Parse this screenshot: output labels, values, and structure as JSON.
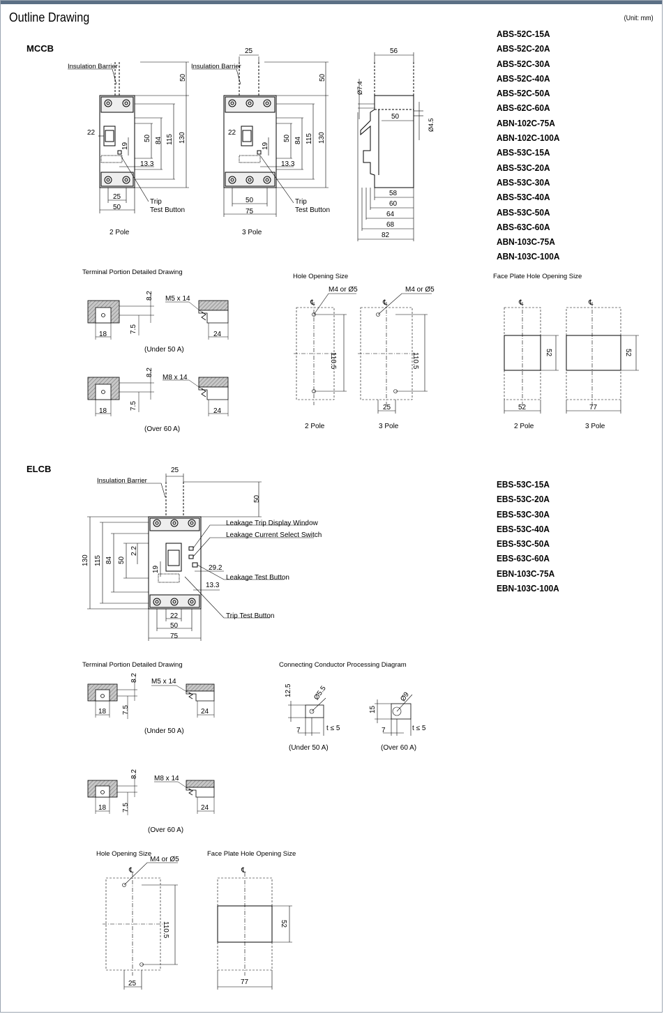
{
  "title": "Outline Drawing",
  "unit": "(Unit: mm)",
  "mccb": {
    "heading": "MCCB",
    "models": [
      "ABS-52C-15A",
      "ABS-52C-20A",
      "ABS-52C-30A",
      "ABS-52C-40A",
      "ABS-52C-50A",
      "ABS-62C-60A",
      "ABN-102C-75A",
      "ABN-102C-100A",
      "ABS-53C-15A",
      "ABS-53C-20A",
      "ABS-53C-30A",
      "ABS-53C-40A",
      "ABS-53C-50A",
      "ABS-63C-60A",
      "ABN-103C-75A",
      "ABN-103C-100A"
    ],
    "insulation_barrier": "Insulation Barrier",
    "trip": "Trip",
    "test_button": "Test Button",
    "two_pole": "2 Pole",
    "three_pole": "3 Pole",
    "terminal_title": "Terminal Portion Detailed Drawing",
    "hole_title": "Hole Opening Size",
    "face_title": "Face Plate Hole Opening Size",
    "under50": "(Under 50 A)",
    "over60": "(Over 60 A)",
    "m5": "M5 x 14",
    "m8": "M8 x 14",
    "m4": "M4 or Ø5",
    "cl": "℄"
  },
  "elcb": {
    "heading": "ELCB",
    "models": [
      "EBS-53C-15A",
      "EBS-53C-20A",
      "EBS-53C-30A",
      "EBS-53C-40A",
      "EBS-53C-50A",
      "EBS-63C-60A",
      "EBN-103C-75A",
      "EBN-103C-100A"
    ],
    "insulation_barrier": "Insulation Barrier",
    "leak_window": "Leakage Trip Display Window",
    "leak_select": "Leakage Current Select Switch",
    "leak_test": "Leakage Test Button",
    "trip_test": "Trip Test Button",
    "terminal_title": "Terminal Portion Detailed Drawing",
    "conductor_title": "Connecting Conductor Processing Diagram",
    "hole_title": "Hole Opening Size",
    "face_title": "Face Plate Hole Opening Size",
    "under50": "(Under 50 A)",
    "over60": "(Over 60 A)",
    "m5": "M5 x 14",
    "m8": "M8 x 14",
    "m4": "M4 or Ø5",
    "d55": "Ø5.5",
    "d9": "Ø9",
    "t5": "t ≤ 5"
  },
  "dims": {
    "d25": "25",
    "d50": "50",
    "d56": "56",
    "d74": "Ø7.4",
    "d45": "Ø4.5",
    "d22": "22",
    "d19": "19",
    "d133": "13.3",
    "d84": "84",
    "d115": "115",
    "d130": "130",
    "d75": "75",
    "d58": "58",
    "d60": "60",
    "d64": "64",
    "d68": "68",
    "d82": "82",
    "d82b": "8.2",
    "d75b": "7.5",
    "d18": "18",
    "d24": "24",
    "d1105": "110.5",
    "d52": "52",
    "d77": "77",
    "d22b": "2.2",
    "d292": "29.2",
    "d125": "12.5",
    "d15": "15",
    "d7": "7"
  },
  "colors": {
    "topbar": "#5b6f85",
    "hatch": "#888888"
  }
}
